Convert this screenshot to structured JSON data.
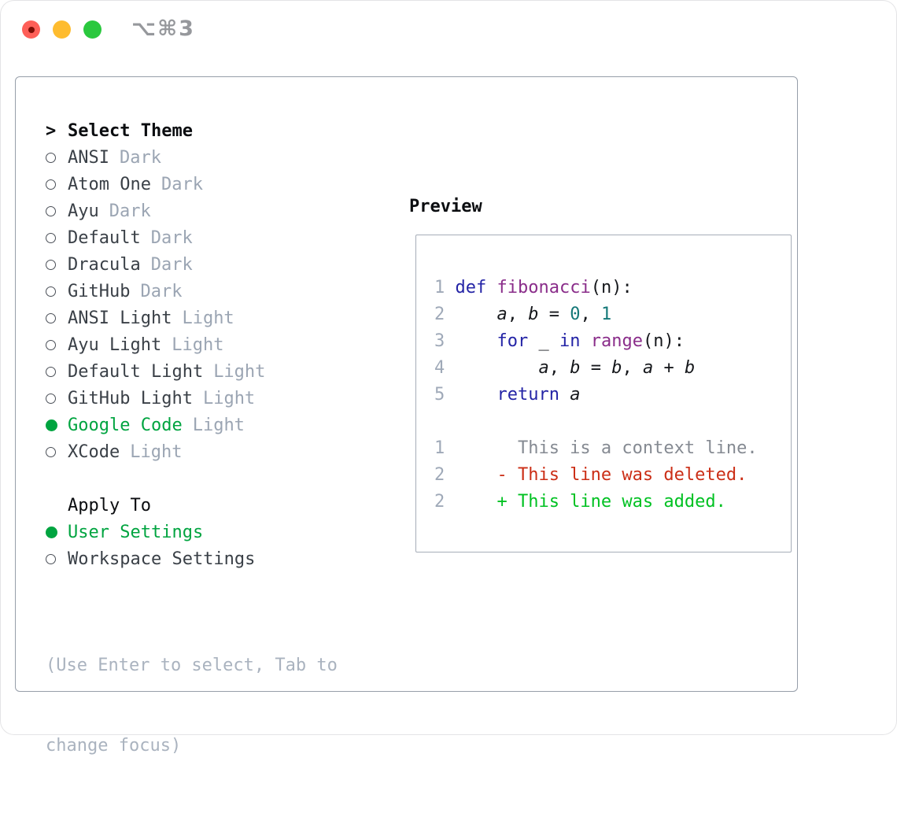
{
  "window": {
    "title": "⌥⌘3",
    "traffic_lights": [
      "close",
      "minimize",
      "zoom"
    ]
  },
  "theme_list": {
    "cursor": ">",
    "header": "Select Theme",
    "items": [
      {
        "name": "ANSI",
        "variant": "Dark",
        "selected": false
      },
      {
        "name": "Atom One",
        "variant": "Dark",
        "selected": false
      },
      {
        "name": "Ayu",
        "variant": "Dark",
        "selected": false
      },
      {
        "name": "Default",
        "variant": "Dark",
        "selected": false
      },
      {
        "name": "Dracula",
        "variant": "Dark",
        "selected": false
      },
      {
        "name": "GitHub",
        "variant": "Dark",
        "selected": false
      },
      {
        "name": "ANSI Light",
        "variant": "Light",
        "selected": false
      },
      {
        "name": "Ayu Light",
        "variant": "Light",
        "selected": false
      },
      {
        "name": "Default Light",
        "variant": "Light",
        "selected": false
      },
      {
        "name": "GitHub Light",
        "variant": "Light",
        "selected": false
      },
      {
        "name": "Google Code",
        "variant": "Light",
        "selected": true
      },
      {
        "name": "XCode",
        "variant": "Light",
        "selected": false
      }
    ]
  },
  "apply_to": {
    "label": "Apply To",
    "options": [
      {
        "label": "User Settings",
        "selected": true
      },
      {
        "label": "Workspace Settings",
        "selected": false
      }
    ]
  },
  "help": {
    "line1": "(Use Enter to select, Tab to",
    "line2": "change focus)"
  },
  "preview": {
    "header": "Preview",
    "code_lines": [
      {
        "num": "1",
        "segments": [
          {
            "text": "def",
            "type": "kw"
          },
          {
            "text": " ",
            "type": "p"
          },
          {
            "text": "fibonacci",
            "type": "fn"
          },
          {
            "text": "(n):",
            "type": "p"
          }
        ]
      },
      {
        "num": "2",
        "segments": [
          {
            "text": "    ",
            "type": "p"
          },
          {
            "text": "a",
            "type": "var"
          },
          {
            "text": ", ",
            "type": "p"
          },
          {
            "text": "b",
            "type": "var"
          },
          {
            "text": " = ",
            "type": "p"
          },
          {
            "text": "0",
            "type": "num"
          },
          {
            "text": ", ",
            "type": "p"
          },
          {
            "text": "1",
            "type": "num"
          }
        ]
      },
      {
        "num": "3",
        "segments": [
          {
            "text": "    ",
            "type": "p"
          },
          {
            "text": "for",
            "type": "kw"
          },
          {
            "text": " _ ",
            "type": "p"
          },
          {
            "text": "in",
            "type": "kw"
          },
          {
            "text": " ",
            "type": "p"
          },
          {
            "text": "range",
            "type": "fn"
          },
          {
            "text": "(n):",
            "type": "p"
          }
        ]
      },
      {
        "num": "4",
        "segments": [
          {
            "text": "        ",
            "type": "p"
          },
          {
            "text": "a",
            "type": "var"
          },
          {
            "text": ", ",
            "type": "p"
          },
          {
            "text": "b",
            "type": "var"
          },
          {
            "text": " = ",
            "type": "p"
          },
          {
            "text": "b",
            "type": "var"
          },
          {
            "text": ", ",
            "type": "p"
          },
          {
            "text": "a",
            "type": "var"
          },
          {
            "text": " + ",
            "type": "p"
          },
          {
            "text": "b",
            "type": "var"
          }
        ]
      },
      {
        "num": "5",
        "segments": [
          {
            "text": "    ",
            "type": "p"
          },
          {
            "text": "return",
            "type": "kw"
          },
          {
            "text": " ",
            "type": "p"
          },
          {
            "text": "a",
            "type": "var"
          }
        ]
      }
    ],
    "diff_lines": [
      {
        "num": "1",
        "text": "      This is a context line.",
        "kind": "context"
      },
      {
        "num": "2",
        "text": "    - This line was deleted.",
        "kind": "deleted"
      },
      {
        "num": "2",
        "text": "    + This line was added.",
        "kind": "added"
      }
    ]
  },
  "colors": {
    "kw": "#2424a6",
    "fn": "#8a2d8a",
    "num": "#147878",
    "plain": "#16181c",
    "lineno": "#9fa9b8",
    "context": "#858a92",
    "deleted": "#cb2e16",
    "added": "#00c122",
    "green": "#00a440",
    "item": "#3a4047",
    "variant": "#9ba5b3",
    "header": "#0b0d10",
    "help": "#aab3bf",
    "panelBorder": "#969ea9",
    "boxBorder": "#a6adb8",
    "titleText": "#96989c",
    "lightRed": "#fe5f58",
    "lightRedDot": "#7d0d05",
    "lightYellow": "#febc2f",
    "lightGreen": "#2ac83e"
  }
}
